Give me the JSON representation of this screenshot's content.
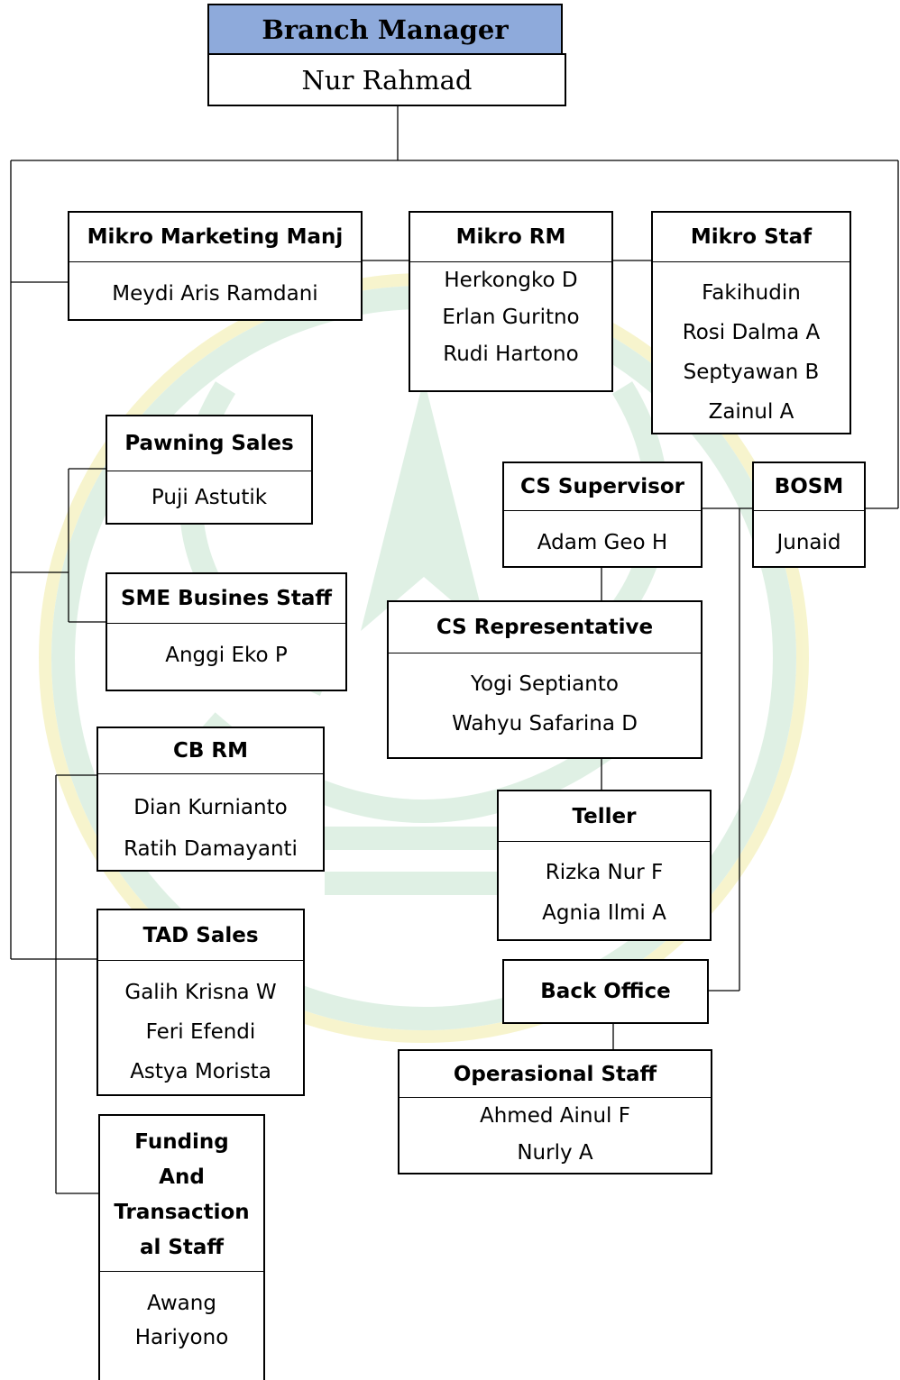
{
  "root": {
    "title": "Branch Manager",
    "name": "Nur Rahmad"
  },
  "mikro_marketing": {
    "title": "Mikro Marketing Manj",
    "members": [
      "Meydi Aris Ramdani"
    ]
  },
  "mikro_rm": {
    "title": "Mikro RM",
    "members": [
      "Herkongko D",
      "Erlan Guritno",
      "Rudi Hartono"
    ]
  },
  "mikro_staf": {
    "title": "Mikro Staf",
    "members": [
      "Fakihudin",
      "Rosi Dalma A",
      "Septyawan B",
      "Zainul A"
    ]
  },
  "pawning_sales": {
    "title": "Pawning Sales",
    "members": [
      "Puji Astutik"
    ]
  },
  "sme_staff": {
    "title": "SME Busines Staff",
    "members": [
      "Anggi Eko P"
    ]
  },
  "cb_rm": {
    "title": "CB RM",
    "members": [
      "Dian Kurnianto",
      "Ratih Damayanti"
    ]
  },
  "tad_sales": {
    "title": "TAD Sales",
    "members": [
      "Galih Krisna W",
      "Feri Efendi",
      "Astya Morista"
    ]
  },
  "funding_staff": {
    "title": "Funding And Transactional Staff",
    "title_lines": [
      "Funding",
      "And",
      "Transaction",
      "al Staff"
    ],
    "members": [
      "Awang",
      "Hariyono"
    ]
  },
  "cs_supervisor": {
    "title": "CS Supervisor",
    "members": [
      "Adam Geo H"
    ]
  },
  "bosm": {
    "title": "BOSM",
    "members": [
      "Junaid"
    ]
  },
  "cs_representative": {
    "title": "CS Representative",
    "members": [
      "Yogi Septianto",
      "Wahyu Safarina D"
    ]
  },
  "teller": {
    "title": "Teller",
    "members": [
      "Rizka Nur F",
      "Agnia Ilmi A"
    ]
  },
  "back_office": {
    "title": "Back Office"
  },
  "operasional_staff": {
    "title": "Operasional Staff",
    "members": [
      "Ahmed Ainul F",
      "Nurly A"
    ]
  },
  "colors": {
    "header_fill": "#8eaadb",
    "line": "#000000",
    "border": "#000000",
    "watermark": "#9fd4b0",
    "watermark_accent": "#e8e06a"
  }
}
